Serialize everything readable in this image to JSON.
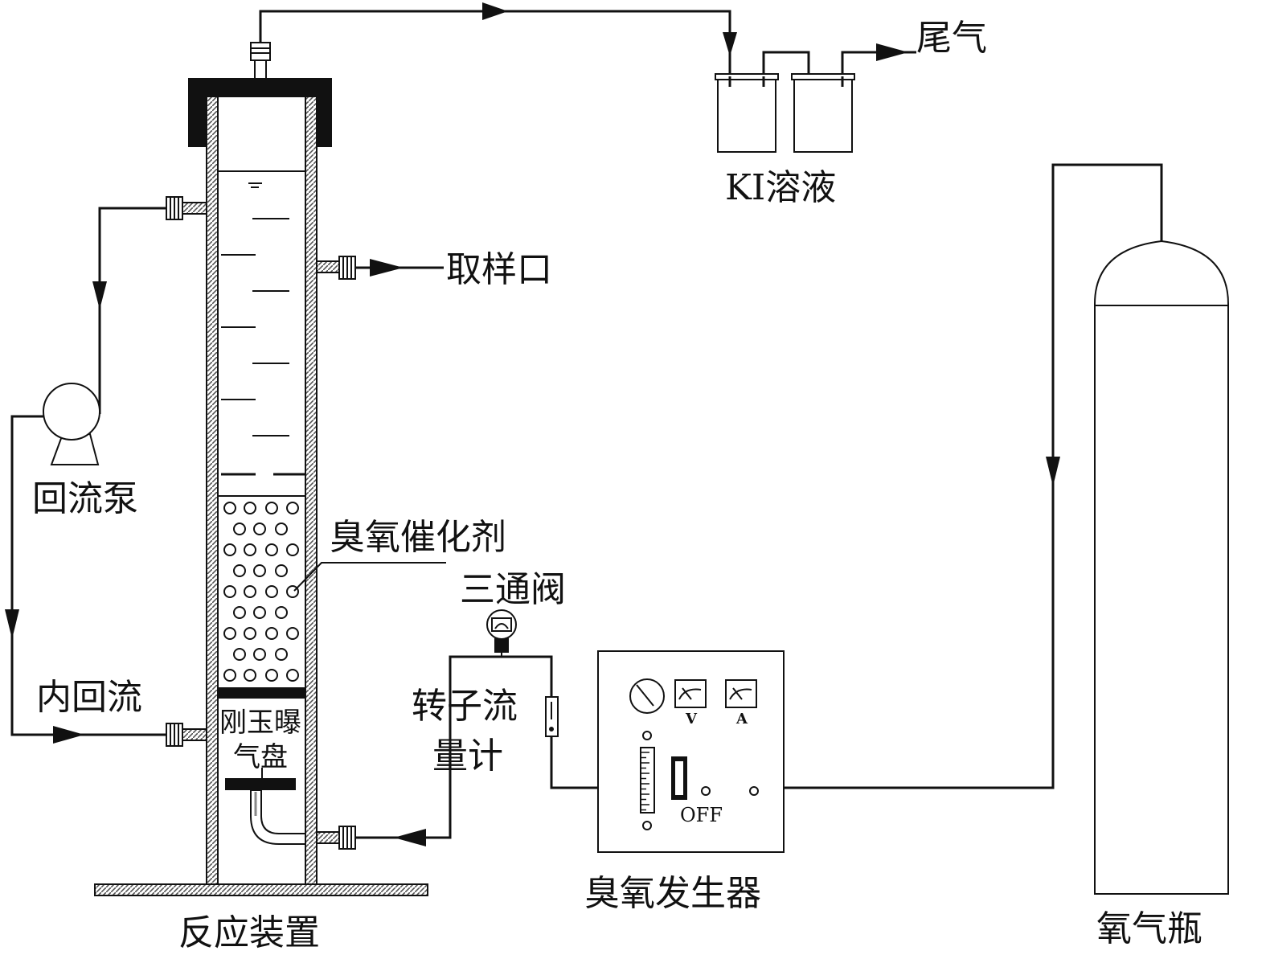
{
  "labels": {
    "tail_gas": "尾气",
    "ki_solution": "KI溶液",
    "sampling_port": "取样口",
    "reflux_pump": "回流泵",
    "ozone_catalyst": "臭氧催化剂",
    "three_way_valve": "三通阀",
    "internal_reflux": "内回流",
    "corundum_line1": "刚玉曝",
    "corundum_line2": "气盘",
    "rotameter_line1": "转子流",
    "rotameter_line2": "量计",
    "reaction_device": "反应装置",
    "ozone_generator": "臭氧发生器",
    "oxygen_cylinder": "氧气瓶"
  },
  "generator_panel": {
    "volt_label": "V",
    "amp_label": "A",
    "switch_label": "OFF"
  },
  "colors": {
    "ink": "#111111",
    "hatch": "#555555",
    "background": "#ffffff"
  }
}
